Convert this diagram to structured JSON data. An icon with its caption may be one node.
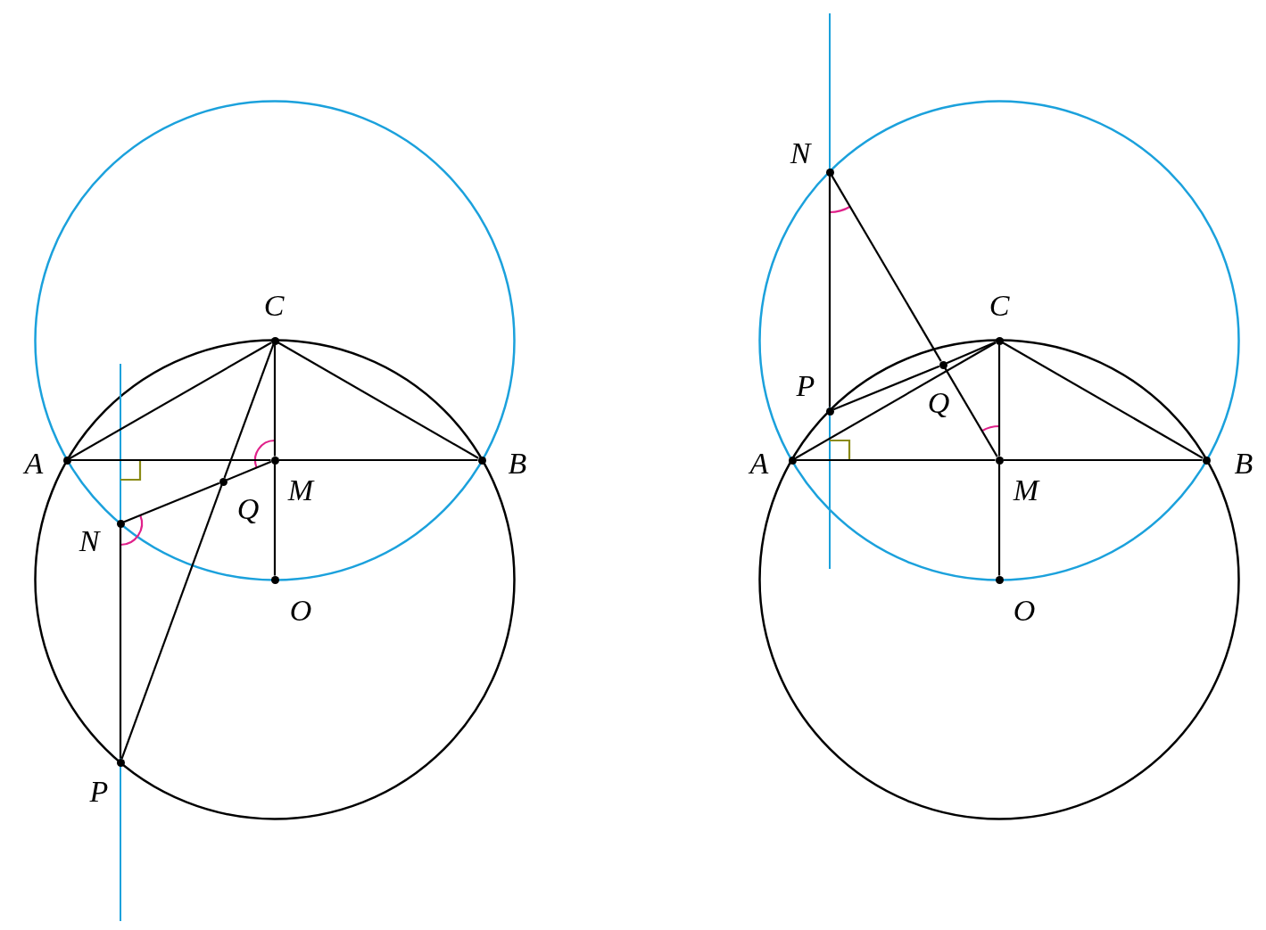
{
  "diagram": {
    "nodes": [
      {
        "text": [],
        "shape": "circle"
      },
      {
        "text": [],
        "shape": "circle"
      },
      {
        "text": [],
        "shape": "circle"
      },
      {
        "text": [],
        "shape": "circle"
      },
      {
        "text": [],
        "shape": "circle"
      },
      {
        "text": [],
        "shape": "circle"
      },
      {
        "text": [],
        "shape": "circle"
      },
      {
        "text": [],
        "shape": "circle"
      },
      {
        "text": [],
        "shape": "circle"
      },
      {
        "text": [],
        "shape": "circle"
      },
      {
        "text": [],
        "shape": "circle"
      },
      {
        "text": [],
        "shape": "circle"
      },
      {
        "text": [],
        "shape": "circle"
      },
      {
        "text": [],
        "shape": "circle"
      },
      {
        "text": [],
        "shape": "circle"
      },
      {
        "text": [],
        "shape": "circle"
      }
    ],
    "edges": [
      {
        "from": 0,
        "to": 3,
        "arrow": "none"
      },
      {
        "from": 3,
        "to": 1,
        "arrow": "none"
      },
      {
        "from": 0,
        "to": 2,
        "arrow": "none"
      },
      {
        "from": 2,
        "to": 1,
        "arrow": "none"
      },
      {
        "from": 2,
        "to": 3,
        "arrow": "none"
      },
      {
        "from": 3,
        "to": 7,
        "arrow": "none"
      },
      {
        "from": 2,
        "to": 6,
        "arrow": "none"
      },
      {
        "from": 6,
        "to": 5,
        "arrow": "none"
      },
      {
        "from": 4,
        "to": 6,
        "arrow": "none"
      },
      {
        "from": 6,
        "to": 3,
        "arrow": "none"
      },
      {
        "from": 4,
        "to": 5,
        "arrow": "none"
      },
      {
        "from": 8,
        "to": 11,
        "arrow": "none"
      },
      {
        "from": 11,
        "to": 9,
        "arrow": "none"
      },
      {
        "from": 8,
        "to": 10,
        "arrow": "none"
      },
      {
        "from": 10,
        "to": 9,
        "arrow": "none"
      },
      {
        "from": 10,
        "to": 11,
        "arrow": "none"
      },
      {
        "from": 11,
        "to": 15,
        "arrow": "none"
      },
      {
        "from": 12,
        "to": 14,
        "arrow": "none"
      },
      {
        "from": 14,
        "to": 11,
        "arrow": "none"
      },
      {
        "from": 13,
        "to": 14,
        "arrow": "none"
      },
      {
        "from": 14,
        "to": 10,
        "arrow": "none"
      },
      {
        "from": 12,
        "to": 13,
        "arrow": "none"
      }
    ],
    "labels": [
      "A",
      "B",
      "C",
      "M",
      "N",
      "P",
      "Q",
      "O",
      "A",
      "B",
      "C",
      "M",
      "N",
      "P",
      "Q",
      "O"
    ]
  }
}
